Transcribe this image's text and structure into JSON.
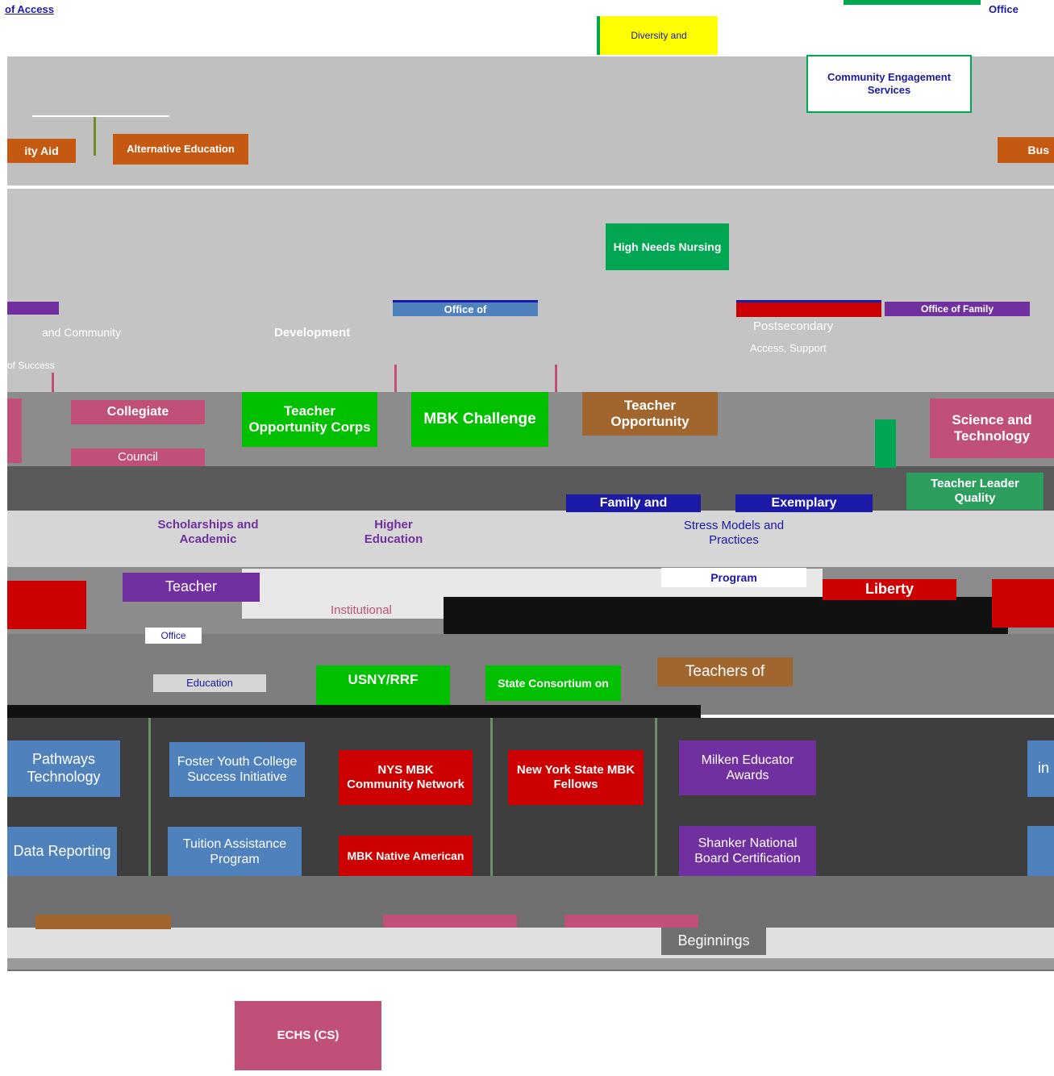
{
  "colors": {
    "green": "#00a651",
    "bright_green": "#00c000",
    "red": "#cc0000",
    "purple": "#7030a0",
    "pink": "#c0507a",
    "blue": "#4f81bd",
    "navy": "#1a1aa6",
    "brown": "#a0662e",
    "orange": "#c65911",
    "gray": "#bdbdbd",
    "dark": "#4a4a4a",
    "yellow": "#ffff00"
  },
  "header": {
    "left_label": "of Access",
    "right_label": "Office",
    "yellow_box": "Diversity and",
    "engagement_box": "Community Engagement Services"
  },
  "top": {
    "aid_box": "ity Aid",
    "alt_ed_box": "Alternative Education",
    "bus_box": "Bus"
  },
  "nursing": {
    "label": "High Needs Nursing"
  },
  "row_offices": {
    "office_box": "Office of",
    "dev_label": "Development",
    "postsecondary_label": "Postsecondary",
    "access_support_label": "Access, Support",
    "family_label": "Office of Family",
    "left_label_1": "and Community",
    "left_label_2": "of Success"
  },
  "row_middle": {
    "collegiate": "Collegiate",
    "council": "Council",
    "teacher_opportunity": "Teacher Opportunity Corps",
    "mbk_challenge": "MBK Challenge",
    "teacher_brown": "Teacher Opportunity",
    "science_tech": "Science and Technology",
    "teacher_leader": "Teacher Leader Quality",
    "family_and": "Family and",
    "exemplary": "Exemplary",
    "scholarships": "Scholarships and Academic",
    "higher_ed": "Higher Education",
    "stress_models": "Stress Models and Practices",
    "program": "Program",
    "teacher_purple": "Teacher",
    "liberty": "Liberty",
    "institutional": "Institutional"
  },
  "row_lower": {
    "usny": "USNY/RRF",
    "state_consortium": "State Consortium on",
    "teachers_of": "Teachers of",
    "office": "Office",
    "education_label": "Education"
  },
  "bottom_grid": {
    "pathways": "Pathways Technology",
    "foster": "Foster Youth College Success Initiative",
    "mbk_network": "NYS MBK Community Network",
    "mbk_fellows": "New York State MBK Fellows",
    "milken": "Milken Educator Awards",
    "data": "Data Reporting",
    "tuition": "Tuition Assistance Program",
    "mbk_native": "MBK Native American",
    "shanker": "Shanker National Board Certification",
    "right_edge_1": "in",
    "right_edge_2": ""
  },
  "footer_row": {
    "beginnings": "Beginnings"
  },
  "echs": {
    "label": "ECHS (CS)"
  }
}
